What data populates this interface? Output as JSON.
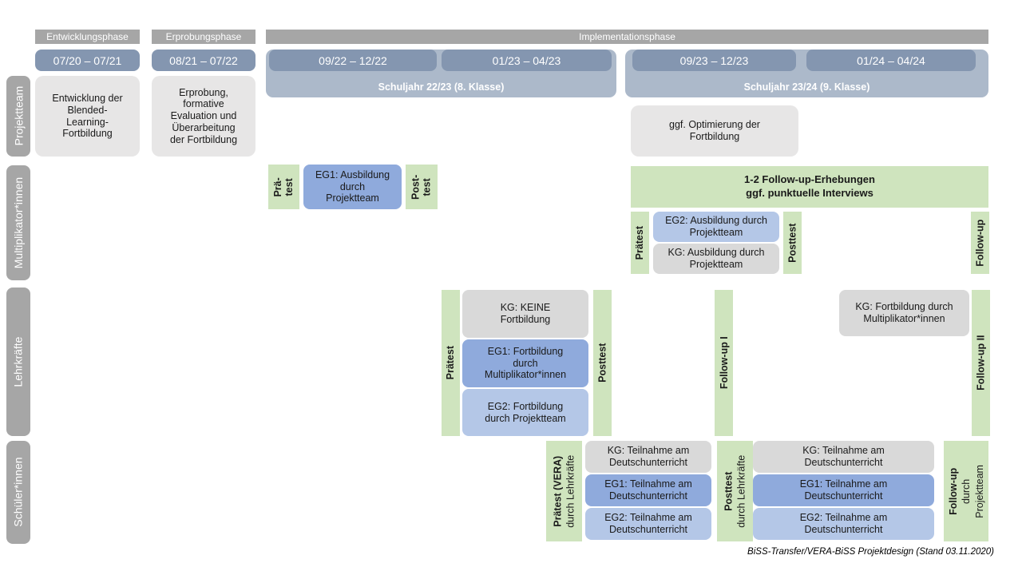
{
  "phases": {
    "entwicklung": "Entwicklungsphase",
    "erprobung": "Erprobungsphase",
    "implementation": "Implementationsphase"
  },
  "dates": {
    "d1": "07/20 – 07/21",
    "d2": "08/21 – 07/22",
    "d3": "09/22 – 12/22",
    "d4": "01/23 – 04/23",
    "d5": "09/23 – 12/23",
    "d6": "01/24 – 04/24"
  },
  "school_years": {
    "sy1": "Schuljahr 22/23 (8. Klasse)",
    "sy2": "Schuljahr 23/24 (9. Klasse)"
  },
  "row_labels": {
    "projektteam": "Projektteam",
    "multiplikatoren": "Multiplikator*innen",
    "lehrkraefte": "Lehrkräfte",
    "schueler": "Schüler*innen"
  },
  "projektteam": {
    "entwicklung_box": "Entwicklung der\nBlended-\nLearning-\nFortbildung",
    "erprobung_box": "Erprobung,\nformative\nEvaluation und\nÜberarbeitung\nder Fortbildung",
    "optimierung_box": "ggf. Optimierung der\nFortbildung"
  },
  "multiplikatoren": {
    "praetest1": "Prä-\ntest",
    "eg1": "EG1: Ausbildung\ndurch\nProjektteam",
    "posttest1": "Post-\ntest",
    "followup_box": "1-2 Follow-up-Erhebungen\nggf. punktuelle Interviews",
    "praetest2": "Prätest",
    "eg2": "EG2: Ausbildung durch\nProjektteam",
    "kg": "KG: Ausbildung durch\nProjektteam",
    "posttest2": "Posttest",
    "followup": "Follow-up"
  },
  "lehrkraefte": {
    "praetest": "Prätest",
    "kg1": "KG: KEINE\nFortbildung",
    "eg1": "EG1: Fortbildung\ndurch\nMultiplikator*innen",
    "eg2": "EG2: Fortbildung\ndurch Projektteam",
    "posttest": "Posttest",
    "followup1": "Follow-up I",
    "kg2": "KG: Fortbildung durch\nMultiplikator*innen",
    "followup2": "Follow-up II"
  },
  "schueler": {
    "praetest_line1": "Prätest (VERA)",
    "praetest_line2": "durch Lehrkräfte",
    "kg1": "KG: Teilnahme am\nDeutschunterricht",
    "eg1a": "EG1: Teilnahme am\nDeutschunterricht",
    "eg2a": "EG2: Teilnahme am\nDeutschunterricht",
    "posttest_line1": "Posttest",
    "posttest_line2": "durch Lehrkräfte",
    "kg2": "KG: Teilnahme am\nDeutschunterricht",
    "eg1b": "EG1: Teilnahme am\nDeutschunterricht",
    "eg2b": "EG2: Teilnahme am\nDeutschunterricht",
    "followup_line1": "Follow-up",
    "followup_line2": "durch",
    "followup_line3": "Projektteam"
  },
  "caption": "BiSS-Transfer/VERA-BiSS Projektdesign (Stand 03.11.2020)",
  "colors": {
    "phase_gray": "#a6a6a6",
    "date_blue": "#8496b0",
    "container_blue": "#acb9ca",
    "light_gray_box": "#e7e6e6",
    "kg_gray": "#d9d9d9",
    "eg1_blue": "#8faadc",
    "eg2_blue": "#b4c7e7",
    "test_green": "#cfe4be"
  }
}
